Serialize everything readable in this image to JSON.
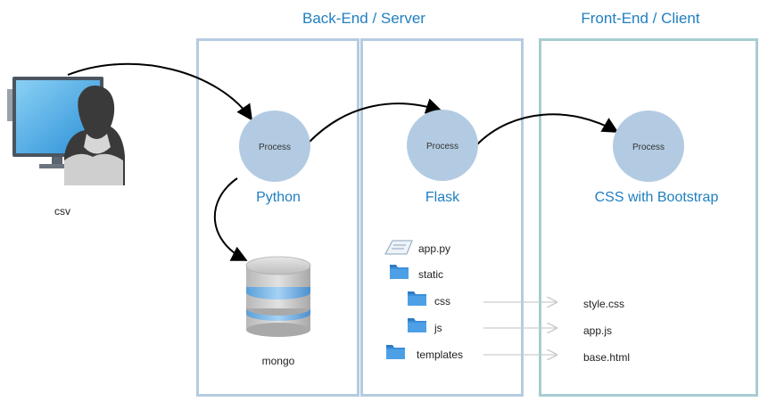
{
  "headers": {
    "backend": "Back-End / Server",
    "frontend": "Front-End / Client"
  },
  "user": {
    "label": "csv"
  },
  "process_nodes": [
    {
      "circle_text": "Process",
      "label": "Python"
    },
    {
      "circle_text": "Process",
      "label": "Flask"
    },
    {
      "circle_text": "Process",
      "label": "CSS with Bootstrap"
    }
  ],
  "database": {
    "label": "mongo"
  },
  "files": {
    "app_py": "app.py",
    "static": "static",
    "css": "css",
    "js": "js",
    "templates": "templates"
  },
  "outputs": {
    "style_css": "style.css",
    "app_js": "app.js",
    "base_html": "base.html"
  },
  "colors": {
    "header_text": "#1f7fc0",
    "node_label": "#1f7fc0",
    "panel_backend": "#b5cbe0",
    "panel_frontend": "#a7cdd1",
    "process_circle": "#b3cbe2",
    "folder_blue": "#3b8fd9",
    "arrow_dark": "#000000",
    "arrow_light": "#cccccc"
  }
}
